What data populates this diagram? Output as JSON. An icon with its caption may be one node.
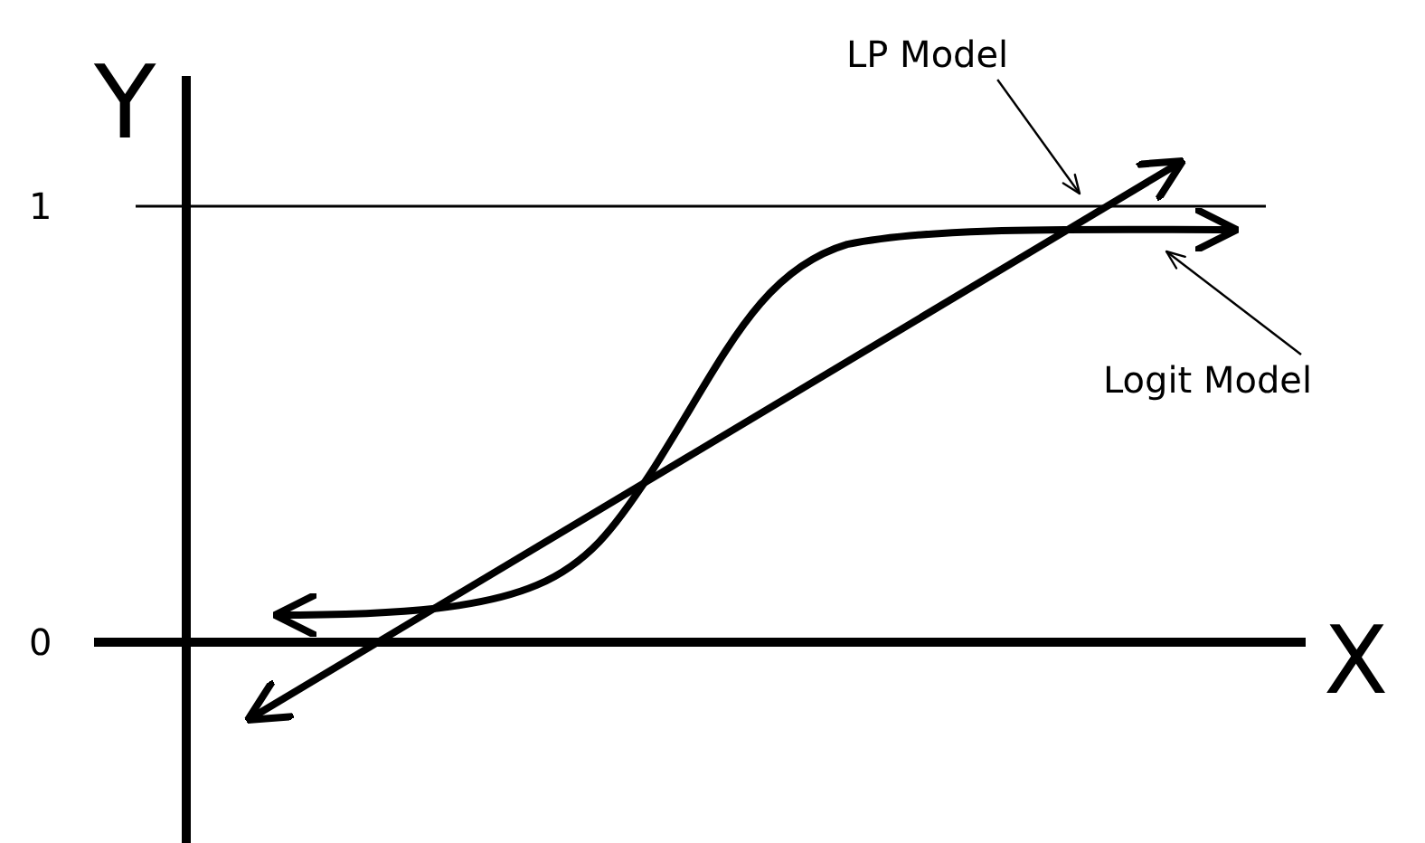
{
  "diagram": {
    "nodes": [
      {
        "text": [
          "LP Model"
        ]
      },
      {
        "text": [],
        "shape": "line"
      },
      {
        "text": [
          "Logit Model"
        ]
      },
      {
        "text": [],
        "shape": "curve"
      }
    ],
    "edges": [
      {
        "from": 0,
        "to": 1,
        "arrow": "to"
      },
      {
        "from": 2,
        "to": 3,
        "arrow": "to"
      }
    ],
    "labels": [
      "Y",
      "1",
      "0",
      "X"
    ]
  }
}
